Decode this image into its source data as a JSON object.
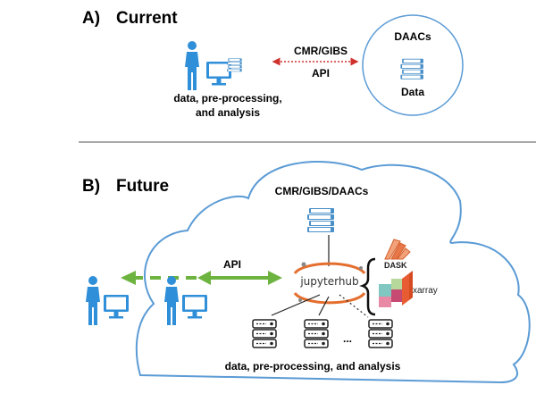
{
  "section_a": {
    "letter": "A)",
    "title": "Current",
    "link_top": "CMR/GIBS",
    "link_bottom": "API",
    "user_caption_1": "data, pre-processing,",
    "user_caption_2": "and analysis",
    "daacs_title": "DAACs",
    "daacs_data": "Data"
  },
  "section_b": {
    "letter": "B)",
    "title": "Future",
    "cloud_label": "CMR/GIBS/DAACs",
    "api_label": "API",
    "jupyter": "jupyterhub",
    "dask": "DASK",
    "xarray": "xarray",
    "ellipsis": "...",
    "caption": "data, pre-processing, and analysis"
  },
  "colors": {
    "user_blue": "#2f8fd8",
    "cloud_stroke": "#5b9bd5",
    "api_green": "#6db33f",
    "dotted_red": "#d0312d",
    "book_blue": "#4a90c8",
    "jupyter_orange": "#e46e2e",
    "divider": "#555555"
  }
}
